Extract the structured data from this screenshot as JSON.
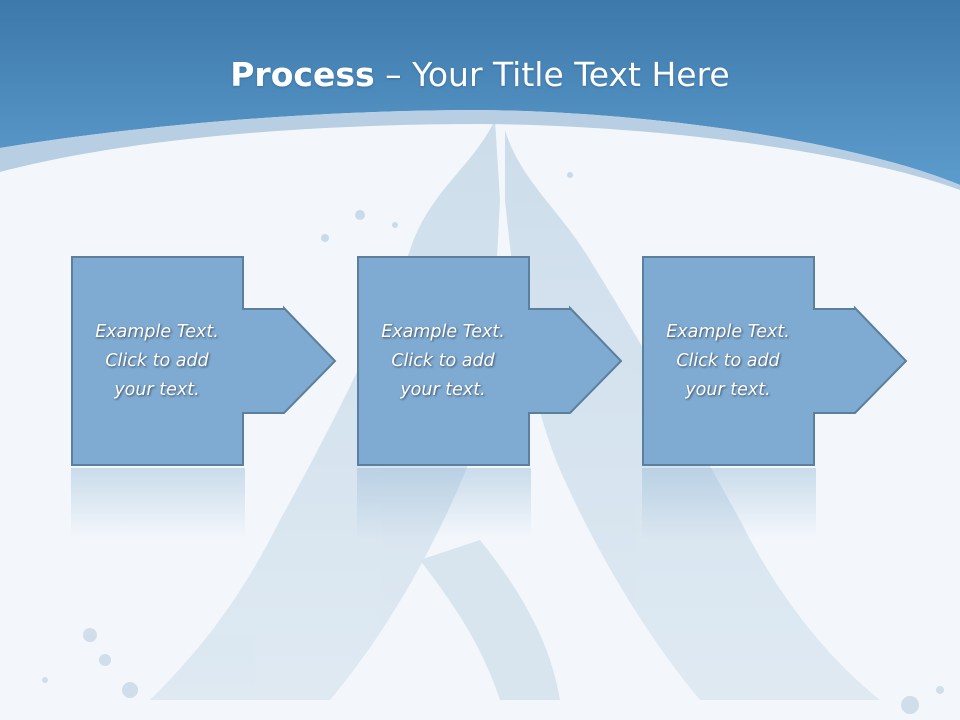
{
  "title": {
    "bold": "Process",
    "rest": " – Your Title Text Here"
  },
  "steps": [
    {
      "lines": [
        "Example Text.",
        "Click  to add",
        "your text."
      ]
    },
    {
      "lines": [
        "Example Text.",
        "Click  to add",
        "your text."
      ]
    },
    {
      "lines": [
        "Example Text.",
        "Click  to add",
        "your text."
      ]
    }
  ],
  "colors": {
    "header_blue": "#4a87b8",
    "box_fill": "#7faad2",
    "box_border": "#5b7f9c",
    "background": "#f3f7fb"
  }
}
